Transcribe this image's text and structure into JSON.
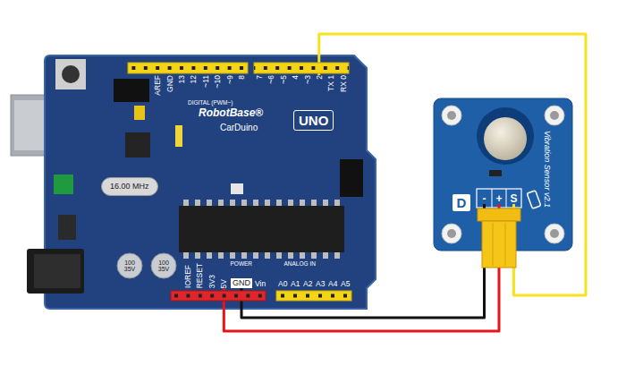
{
  "diagram": {
    "nodes": [
      {
        "text": [
          "RobotBase®",
          "CarDuino"
        ]
      },
      {
        "text": [
          "2"
        ],
        "in": 0
      },
      {
        "text": [
          "UNO"
        ],
        "in": 0
      },
      {
        "text": [
          "16.00 MHz"
        ],
        "in": 0
      },
      {
        "text": [
          "5V"
        ],
        "in": 0
      },
      {
        "text": [
          "GND"
        ],
        "in": 0
      },
      {
        "text": [
          "Vibration Sensor v2.1"
        ]
      },
      {
        "text": [
          "D"
        ],
        "in": 6
      },
      {
        "text": [
          "-"
        ],
        "in": 6
      },
      {
        "text": [
          "+"
        ],
        "in": 6
      },
      {
        "text": [
          "S"
        ],
        "in": 6
      }
    ],
    "edges": [
      {
        "from": 1,
        "to": 10,
        "arrow": "none"
      },
      {
        "from": 5,
        "to": 8,
        "arrow": "none"
      },
      {
        "from": 4,
        "to": 9,
        "arrow": "none"
      }
    ],
    "labels": [
      "AREF",
      "GND",
      "13",
      "12",
      "~11",
      "~10",
      "~9",
      "8",
      "7",
      "~6",
      "~5",
      "4",
      "~3",
      "TX 1",
      "RX 0",
      "DIGITAL (PWM~)",
      "100 35V",
      "100 35V",
      "POWER",
      "ANALOG IN",
      "IOREF",
      "RESET",
      "3V3",
      "Vin",
      "A0",
      "A1",
      "A2",
      "A3",
      "A4",
      "A5"
    ]
  }
}
